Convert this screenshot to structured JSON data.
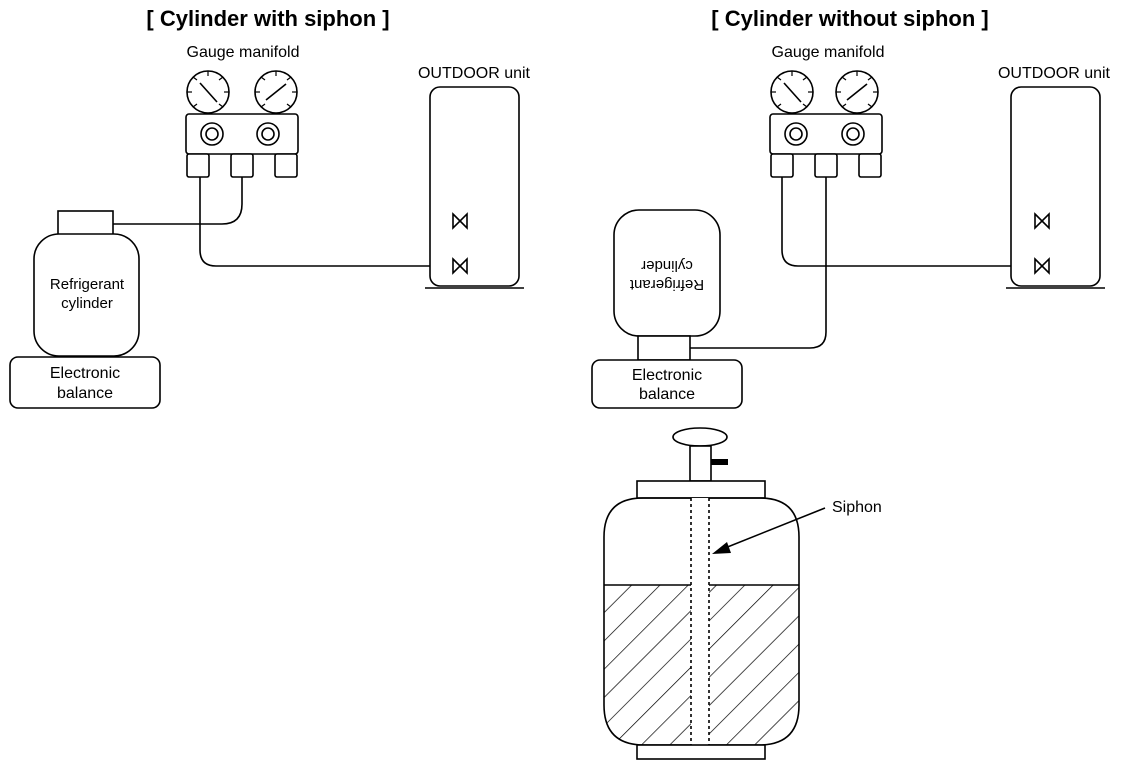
{
  "left_panel": {
    "title": "[ Cylinder with siphon ]",
    "gauge_manifold_label": "Gauge manifold",
    "outdoor_unit_label": "OUTDOOR unit",
    "cylinder_label_line1": "Refrigerant",
    "cylinder_label_line2": "cylinder",
    "balance_label_line1": "Electronic",
    "balance_label_line2": "balance"
  },
  "right_panel": {
    "title": "[ Cylinder without siphon ]",
    "gauge_manifold_label": "Gauge manifold",
    "outdoor_unit_label": "OUTDOOR unit",
    "cylinder_label_line1": "Refrigerant",
    "cylinder_label_line2": "cylinder",
    "balance_label_line1": "Electronic",
    "balance_label_line2": "balance"
  },
  "detail": {
    "siphon_label": "Siphon"
  }
}
